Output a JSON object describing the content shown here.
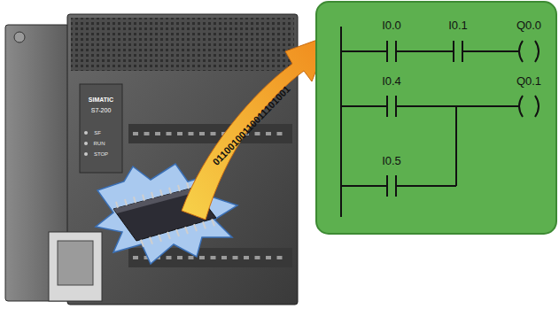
{
  "diagram": {
    "labels": [
      "SIMATIC",
      "S7-200",
      "SF",
      "RUN",
      "STOP",
      "01100100110011101001",
      "I0.0",
      "I0.1",
      "Q0.0",
      "I0.4",
      "Q0.1",
      "I0.5"
    ]
  }
}
